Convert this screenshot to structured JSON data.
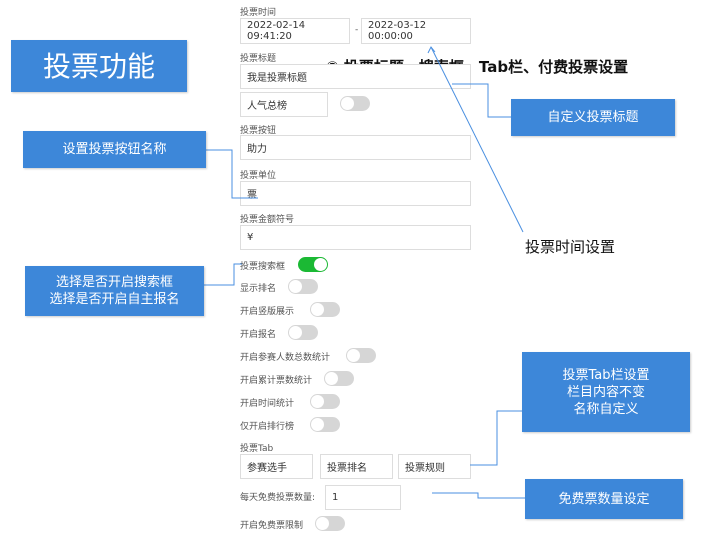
{
  "feature_title": "投票功能",
  "section_heading": "③ 投票标题、搜索框、Tab栏、付费投票设置",
  "form": {
    "time_label": "投票时间",
    "time_start": "2022-02-14 09:41:20",
    "time_sep": "-",
    "time_end": "2022-03-12 00:00:00",
    "title_label": "投票标题",
    "title_value": "我是投票标题",
    "ranking_value": "人气总榜",
    "button_label": "投票按钮",
    "button_value": "助力",
    "unit_label": "投票单位",
    "unit_value": "票",
    "currency_label": "投票金额符号",
    "currency_value": "¥",
    "toggles": [
      {
        "label": "投票搜索框",
        "on": true
      },
      {
        "label": "显示排名",
        "on": false
      },
      {
        "label": "开启竖版展示",
        "on": false
      },
      {
        "label": "开启报名",
        "on": false
      },
      {
        "label": "开启参赛人数总数统计",
        "on": false
      },
      {
        "label": "开启累计票数统计",
        "on": false
      },
      {
        "label": "开启时间统计",
        "on": false
      },
      {
        "label": "仅开启排行榜",
        "on": false
      }
    ],
    "tab_label": "投票Tab",
    "tabs": [
      "参赛选手",
      "投票排名",
      "投票规则"
    ],
    "free_label": "每天免费投票数量:",
    "free_value": "1",
    "free_limit_label": "开启免费票限制"
  },
  "callouts": {
    "custom_title": "自定义投票标题",
    "button_name": "设置投票按钮名称",
    "search": [
      "选择是否开启搜索框",
      "选择是否开启自主报名"
    ],
    "time": "投票时间设置",
    "tab": [
      "投票Tab栏设置",
      "栏目内容不变",
      "名称自定义"
    ],
    "free": "免费票数量设定"
  },
  "colors": {
    "callout": "#3d87d9",
    "toggle_on": "#1bb934",
    "line": "#4a8fe0"
  }
}
